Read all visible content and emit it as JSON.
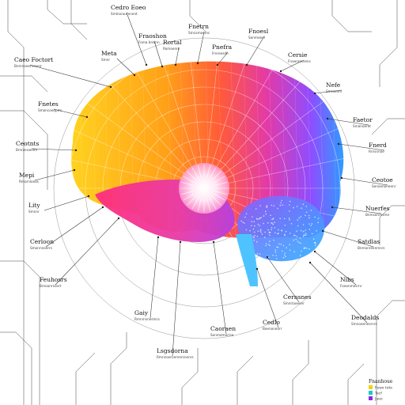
{
  "labels": [
    {
      "id": "lbl-top-1",
      "title": "Cedro Eoeo",
      "sub": "Smlnoroutnnent"
    },
    {
      "id": "lbl-top-2",
      "title": "Fraoshon",
      "sub": "Foma bretnn"
    },
    {
      "id": "lbl-top-3",
      "title": "Rortal",
      "sub": "Romoenrn"
    },
    {
      "id": "lbl-top-4",
      "title": "Fnetrn",
      "sub": "Smcomoemc"
    },
    {
      "id": "lbl-top-5",
      "title": "Pnefra",
      "sub": "Frnreesdh"
    },
    {
      "id": "lbl-top-6",
      "title": "Meta",
      "sub": "Smnr"
    },
    {
      "id": "lbl-top-7",
      "title": "Fnoesl",
      "sub": "Sonmoeel"
    },
    {
      "id": "lbl-left-1",
      "title": "Caeo Foctort",
      "sub": "Bnmnoeerneserr"
    },
    {
      "id": "lbl-left-2",
      "title": "Fnetes",
      "sub": "Smoncoeoprrs"
    },
    {
      "id": "lbl-left-3",
      "title": "Ceotnts",
      "sub": "Brnneroenlrs"
    },
    {
      "id": "lbl-left-4",
      "title": "Mepi",
      "sub": "Rmornloeas"
    },
    {
      "id": "lbl-left-5",
      "title": "Lity",
      "sub": "Smnnr"
    },
    {
      "id": "lbl-left-6",
      "title": "Cerloon",
      "sub": "Smonnnoerrs"
    },
    {
      "id": "lbl-left-7",
      "title": "Feuhosrs",
      "sub": "Brnoonrnsert"
    },
    {
      "id": "lbl-right-1",
      "title": "Cersie",
      "sub": "Fnoenrnorens"
    },
    {
      "id": "lbl-right-2",
      "title": "Nefe",
      "sub": "Smroeenl"
    },
    {
      "id": "lbl-right-3",
      "title": "Faetor",
      "sub": "Smonoeret"
    },
    {
      "id": "lbl-right-4",
      "title": "Fnerd",
      "sub": "Rrnsnnoe"
    },
    {
      "id": "lbl-right-5",
      "title": "Ceotoe",
      "sub": "Senoenoneenr"
    },
    {
      "id": "lbl-right-6",
      "title": "Nuerfes",
      "sub": "Bnmsonresme"
    },
    {
      "id": "lbl-right-7",
      "title": "Satdlas",
      "sub": "Bnmonreenmsrs"
    },
    {
      "id": "lbl-right-8",
      "title": "Nibs",
      "sub": "Foeonmesrnr"
    },
    {
      "id": "lbl-right-9",
      "title": "Deodalds",
      "sub": "Smnoeenesrnrs"
    },
    {
      "id": "lbl-bot-1",
      "title": "Gaiy",
      "sub": "Rmnrnsneslnra"
    },
    {
      "id": "lbl-bot-2",
      "title": "Caoraen",
      "sub": "Sonmemorrse"
    },
    {
      "id": "lbl-bot-3",
      "title": "Cedlo",
      "sub": "Boenoneorr"
    },
    {
      "id": "lbl-bot-4",
      "title": "Cernsnes",
      "sub": "Smnrlaoeenr"
    },
    {
      "id": "lbl-bot-5",
      "title": "Lsgsdorna",
      "sub": "Rmnnoeronmersnenrs"
    }
  ],
  "legend": {
    "title": "Fnanhoue",
    "items": [
      {
        "label": "Fewo tote",
        "color": "#f2d400"
      },
      {
        "label": "Tacf",
        "color": "#18c7d8"
      },
      {
        "label": "Jaeo",
        "color": "#8a2be2"
      }
    ]
  },
  "colors": {
    "frontal_yellow": "#ffc21a",
    "frontal_orange": "#ff8a1a",
    "parietal_red": "#ff4d4d",
    "parietal_magenta": "#e83aa8",
    "occipital_purple": "#9b4dff",
    "occipital_blue": "#2f9bff",
    "cerebellum_cyan": "#43b6ff",
    "temporal_pink": "#ff2d8a"
  }
}
